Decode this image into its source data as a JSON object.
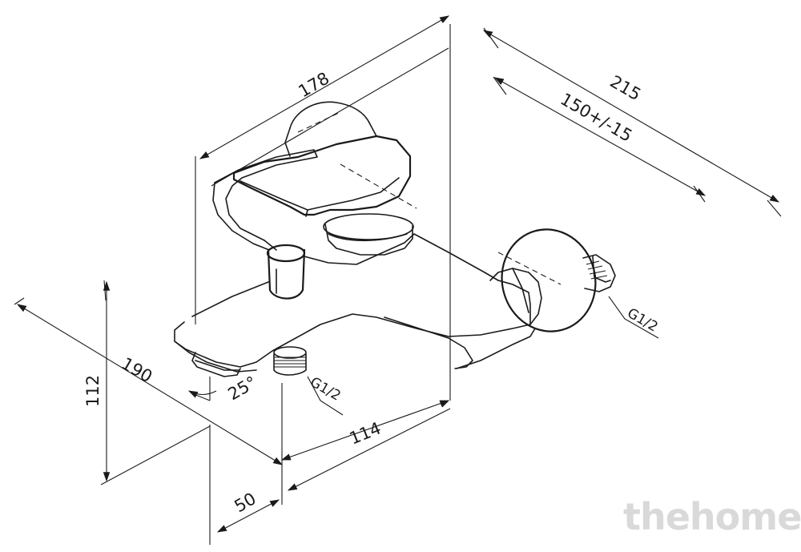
{
  "dimensions": {
    "total_length": "178",
    "wall_offset_outer": "215",
    "wall_offset_range": "150+/-15",
    "overall_depth": "190",
    "height": "112",
    "spout_to_outlet": "114",
    "spout_projection": "50",
    "spout_angle": "25°"
  },
  "threads": {
    "outlet": "G1/2",
    "inlet": "G1/2"
  },
  "watermark": "thehome",
  "icons": [
    "mixer-body-drawing",
    "lever-handle-drawing",
    "diverter-knob-drawing",
    "eccentric-connector-drawing"
  ]
}
